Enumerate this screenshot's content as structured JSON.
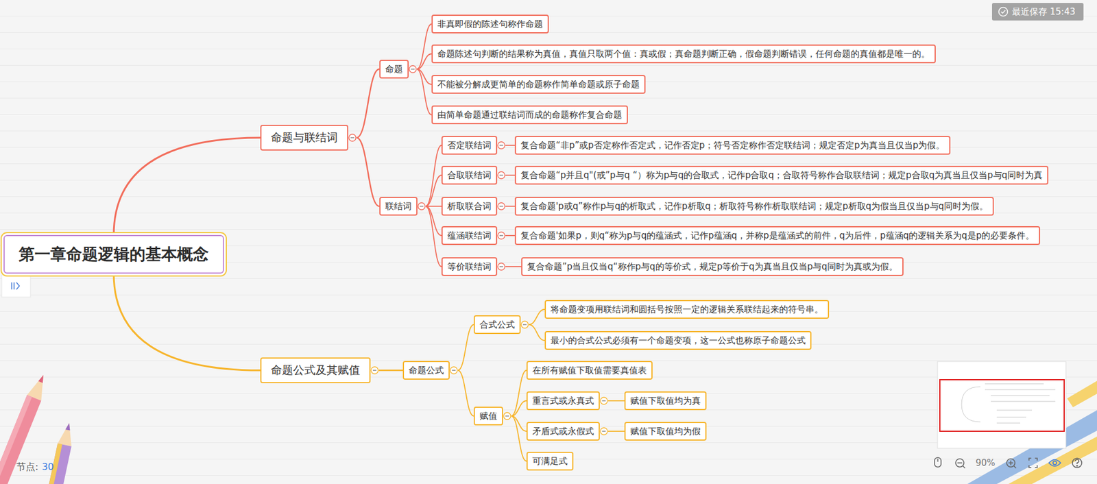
{
  "diagram": {
    "nodes": [
      {
        "text": [
          "第一章命题逻辑的基本概念"
        ]
      },
      {
        "text": [
          "命题与联结词"
        ]
      },
      {
        "text": [
          "命题"
        ]
      },
      {
        "text": [
          "非真即假的陈述句称作命题"
        ]
      },
      {
        "text": [
          "命题陈述句判断的结果称为真值，真值只取两个值：真或假；真命题判断正确，假命题判断错误，任何命题的真值都是唯一的。"
        ]
      },
      {
        "text": [
          "不能被分解成更简单的命题称作简单命题或原子命题"
        ]
      },
      {
        "text": [
          "由简单命题通过联结词而成的命题称作复合命题"
        ]
      },
      {
        "text": [
          "联结词"
        ]
      },
      {
        "text": [
          "否定联结词"
        ]
      },
      {
        "text": [
          "复合命题“非p”或p否定称作否定式，记作否定p；符号否定称作否定联结词；规定否定p为真当且仅当p为假。"
        ]
      },
      {
        "text": [
          "合取联结词"
        ]
      },
      {
        "text": [
          "复合命题“p并且q\"(或”p与q “）称为p与q的合取式，记作p合取q；合取符号称作合取联结词；规定p合取q为真当且仅当p与q同时为真"
        ]
      },
      {
        "text": [
          "析取联合词"
        ]
      },
      {
        "text": [
          "复合命题'p或q”称作p与q的析取式，记作p析取q；析取符号称作析取联结词；规定p析取q为假当且仅当p与q同时为假。"
        ]
      },
      {
        "text": [
          "蕴涵联结词"
        ]
      },
      {
        "text": [
          "复合命题'如果p，则q“称为p与q的蕴涵式，记作p蕴涵q，并称p是蕴涵式的前件，q为后件，p蕴涵q的逻辑关系为q是p的必要条件。"
        ]
      },
      {
        "text": [
          "等价联结词"
        ]
      },
      {
        "text": [
          "复合命题”p当且仅当q“称作p与q的等价式，规定p等价于q为真当且仅当p与q同时为真或为假。"
        ]
      },
      {
        "text": [
          "命题公式及其赋值"
        ]
      },
      {
        "text": [
          "命题公式"
        ]
      },
      {
        "text": [
          "合式公式"
        ]
      },
      {
        "text": [
          "将命题变项用联结词和圆括号按照一定的逻辑关系联结起来的符号串。"
        ]
      },
      {
        "text": [
          "最小的合式公式必须有一个命题变项，这一公式也称原子命题公式"
        ]
      },
      {
        "text": [
          "赋值"
        ]
      },
      {
        "text": [
          "在所有赋值下取值需要真值表"
        ]
      },
      {
        "text": [
          "重言式或永真式"
        ]
      },
      {
        "text": [
          "赋值下取值均为真"
        ]
      },
      {
        "text": [
          "矛盾式或永假式"
        ]
      },
      {
        "text": [
          "赋值下取值均为假"
        ]
      },
      {
        "text": [
          "可满足式"
        ]
      }
    ],
    "edges": [
      {
        "from": 0,
        "to": 1,
        "arrow": "none"
      },
      {
        "from": 1,
        "to": 2,
        "arrow": "none"
      },
      {
        "from": 2,
        "to": 3,
        "arrow": "none"
      },
      {
        "from": 2,
        "to": 4,
        "arrow": "none"
      },
      {
        "from": 2,
        "to": 5,
        "arrow": "none"
      },
      {
        "from": 2,
        "to": 6,
        "arrow": "none"
      },
      {
        "from": 1,
        "to": 7,
        "arrow": "none"
      },
      {
        "from": 7,
        "to": 8,
        "arrow": "none"
      },
      {
        "from": 8,
        "to": 9,
        "arrow": "none"
      },
      {
        "from": 7,
        "to": 10,
        "arrow": "none"
      },
      {
        "from": 10,
        "to": 11,
        "arrow": "none"
      },
      {
        "from": 7,
        "to": 12,
        "arrow": "none"
      },
      {
        "from": 12,
        "to": 13,
        "arrow": "none"
      },
      {
        "from": 7,
        "to": 14,
        "arrow": "none"
      },
      {
        "from": 14,
        "to": 15,
        "arrow": "none"
      },
      {
        "from": 7,
        "to": 16,
        "arrow": "none"
      },
      {
        "from": 16,
        "to": 17,
        "arrow": "none"
      },
      {
        "from": 0,
        "to": 18,
        "arrow": "none"
      },
      {
        "from": 18,
        "to": 19,
        "arrow": "none"
      },
      {
        "from": 19,
        "to": 20,
        "arrow": "none"
      },
      {
        "from": 20,
        "to": 21,
        "arrow": "none"
      },
      {
        "from": 20,
        "to": 22,
        "arrow": "none"
      },
      {
        "from": 19,
        "to": 23,
        "arrow": "none"
      },
      {
        "from": 23,
        "to": 24,
        "arrow": "none"
      },
      {
        "from": 23,
        "to": 25,
        "arrow": "none"
      },
      {
        "from": 25,
        "to": 26,
        "arrow": "none"
      },
      {
        "from": 23,
        "to": 27,
        "arrow": "none"
      },
      {
        "from": 27,
        "to": 28,
        "arrow": "none"
      },
      {
        "from": 23,
        "to": 29,
        "arrow": "none"
      }
    ],
    "labels": [
      "最近保存 15:43",
      "节点:",
      "30",
      "90%"
    ]
  }
}
